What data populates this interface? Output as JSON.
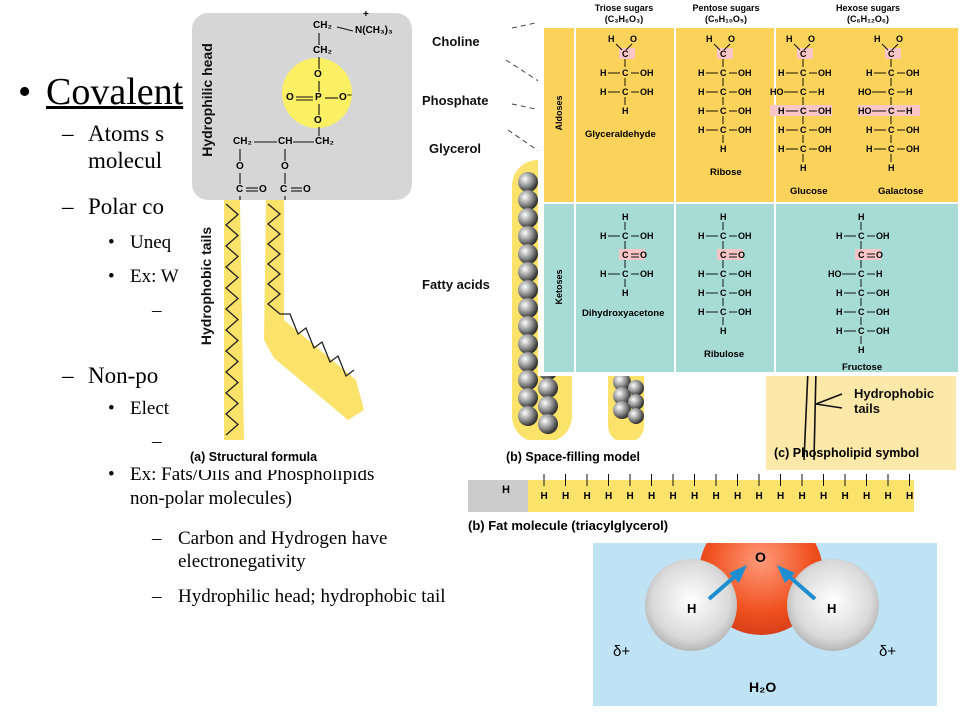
{
  "slide": {
    "bullet_symbol": "•",
    "title": "Covalent",
    "items": [
      {
        "text": "Atoms s",
        "cont": "molecul"
      },
      {
        "text": "Polar co"
      },
      {
        "text": "Uneq"
      },
      {
        "text": "Ex: W"
      },
      {
        "text": "Non-po"
      },
      {
        "text": "Elect"
      },
      {
        "text": "Ex: Fats/Oils and Phospholipids",
        "cont": "non-polar molecules)"
      },
      {
        "text": "Carbon and Hydrogen have",
        "cont": "electronegativity"
      },
      {
        "text": "Hydrophilic head; hydrophobic tail"
      }
    ]
  },
  "phospholipid": {
    "head_label": "Hydrophilic head",
    "tails_label": "Hydrophobic tails",
    "labels": [
      "Choline",
      "Phosphate",
      "Glycerol",
      "Fatty acids"
    ],
    "chem": {
      "ch2_a": "CH₂",
      "n": "N(CH₃)₃",
      "plus": "+",
      "ch2_b": "CH₂",
      "o1": "O",
      "p": "P",
      "o_left": "O",
      "o_minus": "O⁻",
      "o2": "O",
      "gly_ch2_l": "CH₂",
      "gly_ch": "CH",
      "gly_ch2_r": "CH₂",
      "o3": "O",
      "o4": "O",
      "c1": "C",
      "c1o": "O",
      "c2": "C",
      "c2o": "O"
    },
    "captions": {
      "a": "(a) Structural formula",
      "b": "(b) Space-filling model",
      "c": "(c) Phospholipid symbol"
    },
    "symbol_tails": "Hydrophobic tails"
  },
  "fat": {
    "h": "H",
    "caption": "(b) Fat molecule (triacylglycerol)"
  },
  "sugars": {
    "headers": [
      {
        "name": "Triose sugars",
        "formula": "(C₃H₆O₃)"
      },
      {
        "name": "Pentose sugars",
        "formula": "(C₅H₁₀O₅)"
      },
      {
        "name": "Hexose sugars",
        "formula": "(C₆H₁₂O₆)"
      }
    ],
    "row_labels": [
      "Aldoses",
      "Ketoses"
    ],
    "names": {
      "glyceraldehyde": "Glyceraldehyde",
      "ribose": "Ribose",
      "glucose": "Glucose",
      "galactose": "Galactose",
      "dihydroxyacetone": "Dihydroxyacetone",
      "ribulose": "Ribulose",
      "fructose": "Fructose"
    },
    "aldose_colors": {
      "bg": "#fbd35a",
      "ketose_bg": "#a7dcd6"
    }
  },
  "water": {
    "o": "O",
    "h_left": "H",
    "h_right": "H",
    "delta_left": "δ+",
    "delta_right": "δ+",
    "formula": "H₂O",
    "bg": "#bfe3f5"
  }
}
